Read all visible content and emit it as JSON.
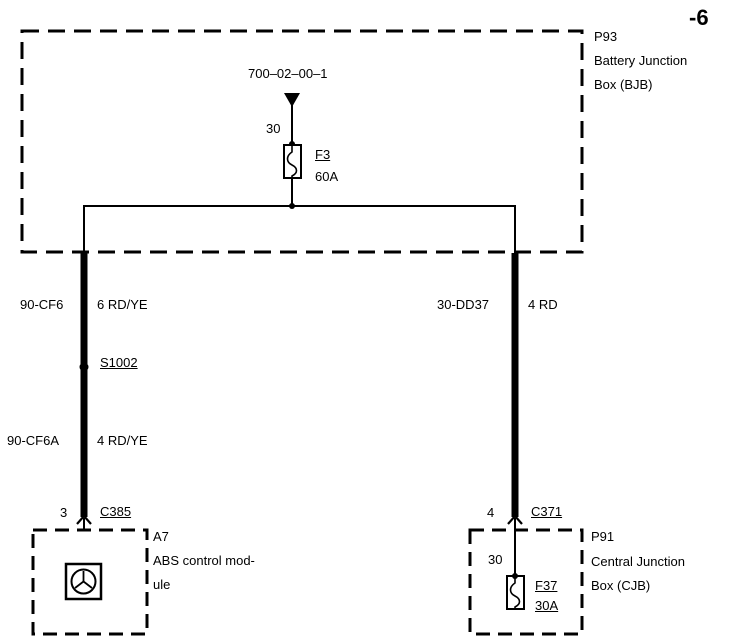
{
  "page": {
    "number": "-6"
  },
  "bjb": {
    "id": "P93",
    "name_line1": "Battery Junction",
    "name_line2": "Box (BJB)",
    "source_ref": "700–02–00–1",
    "fuse": {
      "pin": "30",
      "id": "F3",
      "rating": "60A"
    }
  },
  "left_circuit": {
    "upper_wire": {
      "circuit": "90-CF6",
      "gauge_color": "6 RD/YE"
    },
    "splice": "S1002",
    "lower_wire": {
      "circuit": "90-CF6A",
      "gauge_color": "4 RD/YE"
    },
    "connector": {
      "pin": "3",
      "id": "C385"
    }
  },
  "right_circuit": {
    "wire": {
      "circuit": "30-DD37",
      "gauge_color": "4 RD"
    },
    "connector": {
      "pin": "4",
      "id": "C371"
    }
  },
  "abs_module": {
    "id": "A7",
    "name_line1": "ABS control mod-",
    "name_line2": "ule"
  },
  "cjb": {
    "id": "P91",
    "name_line1": "Central Junction",
    "name_line2": "Box (CJB)",
    "fuse": {
      "pin": "30",
      "id": "F37",
      "rating": "30A"
    }
  }
}
